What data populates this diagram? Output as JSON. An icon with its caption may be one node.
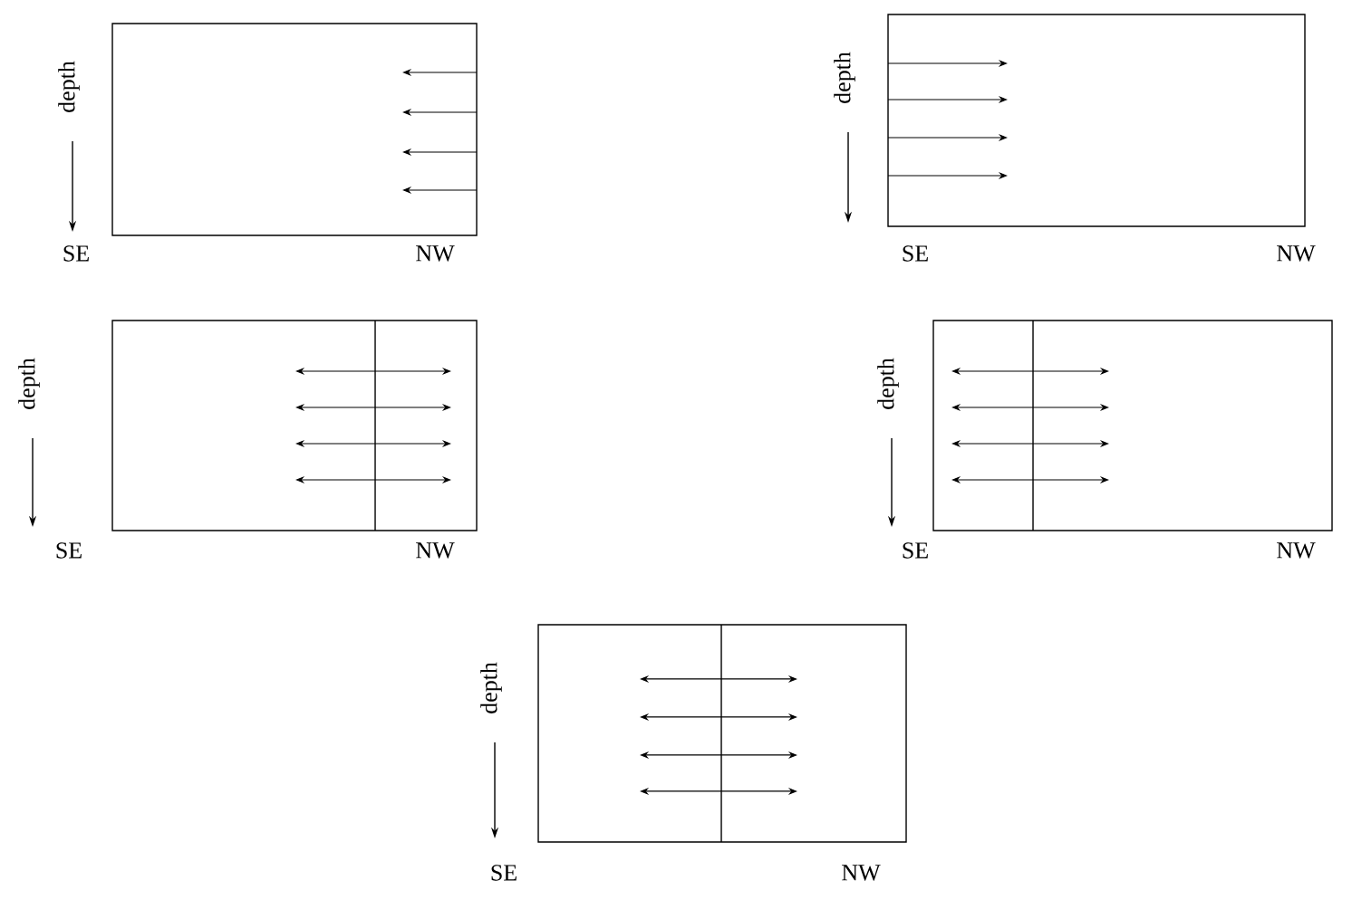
{
  "diagram": {
    "labels": [
      "depth",
      "SE",
      "NW",
      "depth",
      "SE",
      "NW",
      "depth",
      "SE",
      "NW",
      "depth",
      "SE",
      "NW",
      "depth",
      "SE",
      "NW"
    ]
  }
}
